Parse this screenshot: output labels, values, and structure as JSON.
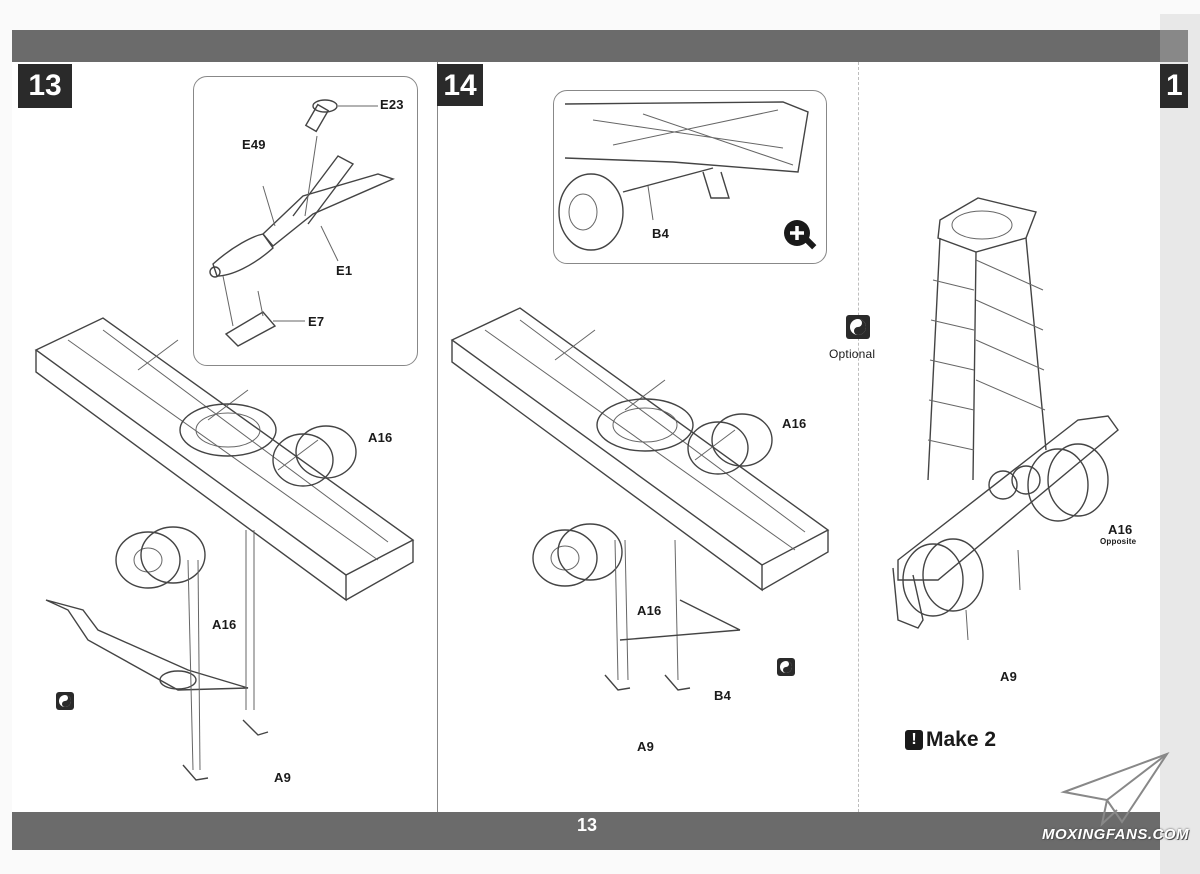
{
  "page": {
    "number": "13"
  },
  "steps": [
    {
      "number": "13",
      "inset_labels": [
        "E23",
        "E49",
        "E1",
        "E7"
      ],
      "labels": [
        "A16",
        "A16",
        "A9"
      ]
    },
    {
      "number": "14",
      "inset_labels": [
        "B4"
      ],
      "labels": [
        "A16",
        "A16",
        "B4",
        "A9"
      ]
    },
    {
      "number": "1",
      "labels": [
        "A16",
        "Opposite",
        "A9"
      ],
      "note": "Make 2"
    }
  ],
  "legend": {
    "optional_label": "Optional",
    "optional_icon": "yin-yang-icon",
    "zoom_icon": "magnifier-plus-icon"
  },
  "note_icon": "exclamation-icon",
  "watermark": "MOXINGFANS.COM",
  "colors": {
    "band": "#6b6b6b",
    "badge": "#2a2a2a"
  }
}
